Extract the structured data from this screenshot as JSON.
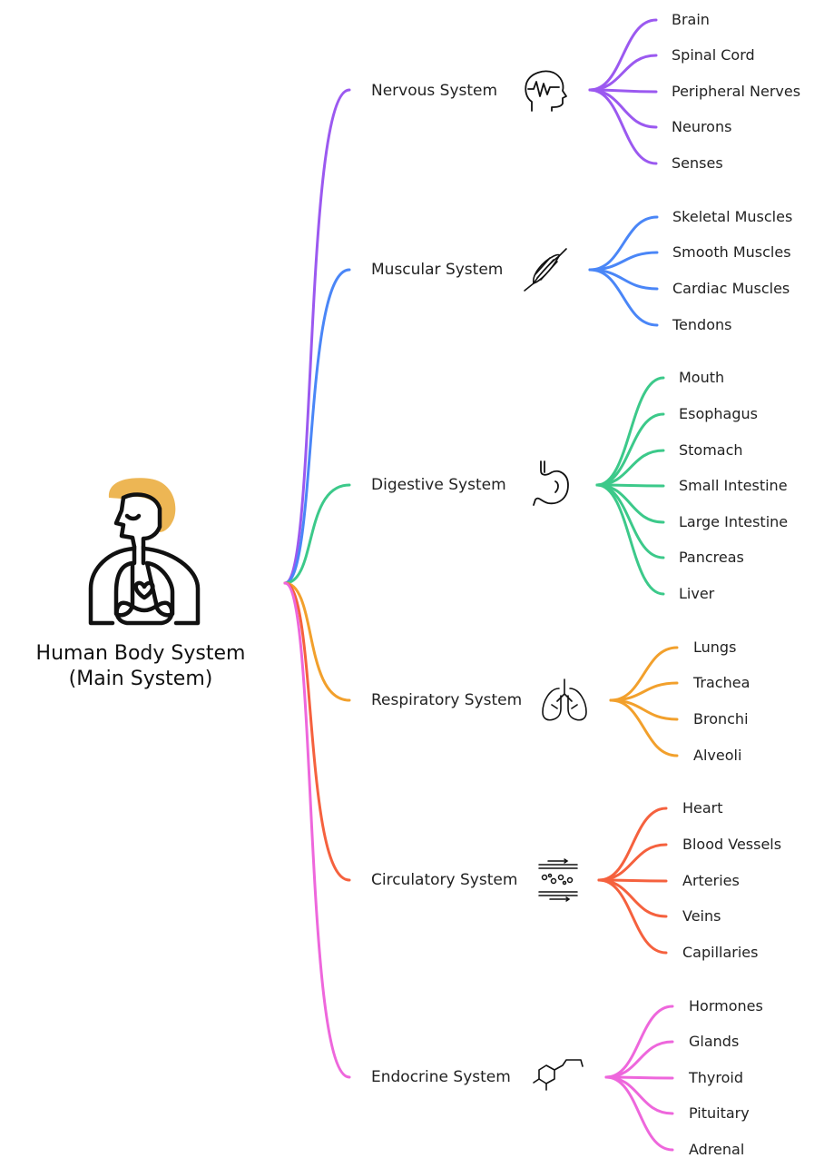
{
  "root": {
    "title_line1": "Human Body System",
    "title_line2": "(Main System)",
    "icon": "human-body-icon",
    "icon_accent": "#EDB654"
  },
  "branches": [
    {
      "label": "Nervous System",
      "color": "#9B59F0",
      "icon": "brain-head-icon",
      "children": [
        "Brain",
        "Spinal Cord",
        "Peripheral Nerves",
        "Neurons",
        "Senses"
      ]
    },
    {
      "label": "Muscular System",
      "color": "#4A86F7",
      "icon": "muscle-fiber-icon",
      "children": [
        "Skeletal Muscles",
        "Smooth Muscles",
        "Cardiac Muscles",
        "Tendons"
      ]
    },
    {
      "label": "Digestive System",
      "color": "#3CC98A",
      "icon": "stomach-icon",
      "children": [
        "Mouth",
        "Esophagus",
        "Stomach",
        "Small Intestine",
        "Large Intestine",
        "Pancreas",
        "Liver"
      ]
    },
    {
      "label": "Respiratory System",
      "color": "#F2A02C",
      "icon": "lungs-icon",
      "children": [
        "Lungs",
        "Trachea",
        "Bronchi",
        "Alveoli"
      ]
    },
    {
      "label": "Circulatory System",
      "color": "#F5613E",
      "icon": "blood-flow-icon",
      "children": [
        "Heart",
        "Blood Vessels",
        "Arteries",
        "Veins",
        "Capillaries"
      ]
    },
    {
      "label": "Endocrine System",
      "color": "#EE67DC",
      "icon": "hormone-molecule-icon",
      "children": [
        "Hormones",
        "Glands",
        "Thyroid",
        "Pituitary",
        "Adrenal"
      ]
    }
  ]
}
